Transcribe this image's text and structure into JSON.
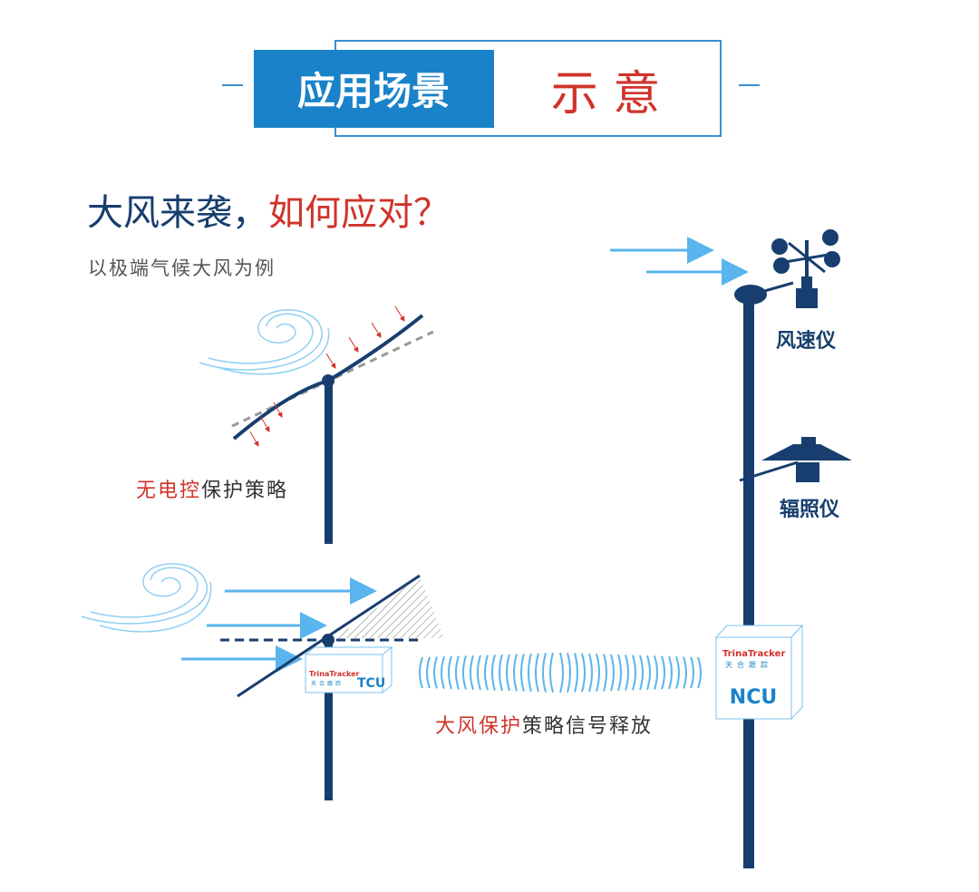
{
  "header": {
    "left": "应用场景",
    "right": "示 意"
  },
  "headline": {
    "part1": "大风来袭，",
    "part2": "如何应对？"
  },
  "subtitle": "以极端气候大风为例",
  "scenario1": {
    "label_red": "无电控",
    "label_rest": "保护策略"
  },
  "scenario2": {
    "label_red": "大风保护",
    "label_rest": "策略信号释放"
  },
  "devices": {
    "anemometer": "风速仪",
    "pyranometer": "辐照仪",
    "tcu": {
      "brand": "TrinaTracker",
      "brand_cn": "天合跟踪",
      "label": "TCU"
    },
    "ncu": {
      "brand": "TrinaTracker",
      "brand_cn": "天合跟踪",
      "label": "NCU"
    }
  },
  "colors": {
    "navy": "#173e6e",
    "blue": "#1a82c8",
    "red": "#d0332a",
    "arrow": "#5ab4ee"
  }
}
